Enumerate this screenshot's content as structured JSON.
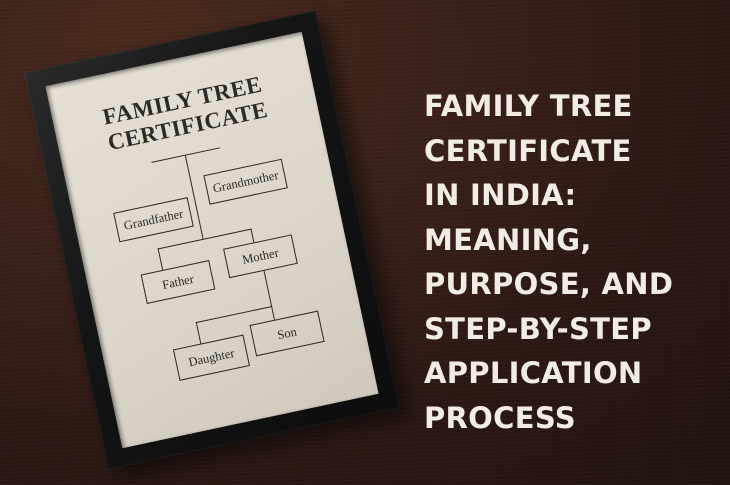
{
  "headline": {
    "lines": [
      "FAMILY TREE",
      "CERTIFICATE",
      "IN INDIA:",
      "MEANING,",
      "PURPOSE, AND",
      "STEP-BY-STEP",
      "APPLICATION",
      "PROCESS"
    ],
    "color": "#f2ede4"
  },
  "certificate": {
    "title_line1": "FAMILY TREE",
    "title_line2": "CERTIFICATE",
    "members": {
      "grandfather": "Grandfather",
      "grandmother": "Grandmother",
      "father": "Father",
      "mother": "Mother",
      "daughter": "Daughter",
      "son": "Son"
    }
  },
  "colors": {
    "background": "#2a1712",
    "frame": "#141414",
    "paper": "#dcd6ca",
    "ink": "#2b2724"
  }
}
